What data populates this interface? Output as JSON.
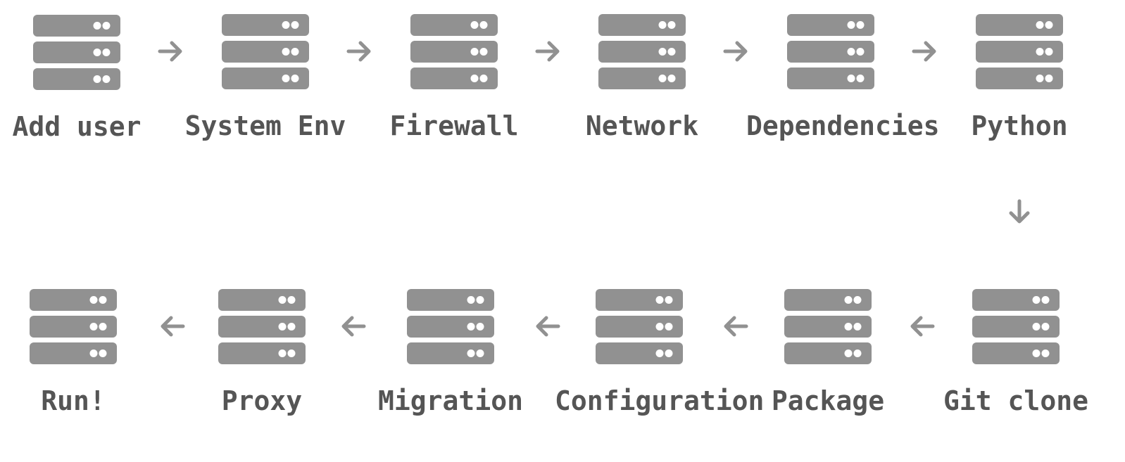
{
  "colors": {
    "icon": "#919191",
    "dot": "#ffffff",
    "label": "#555555",
    "arrow": "#919191"
  },
  "flow": {
    "top_row": [
      {
        "label": "Add user",
        "icon": "server-icon"
      },
      {
        "label": "System Env",
        "icon": "server-icon"
      },
      {
        "label": "Firewall",
        "icon": "server-icon"
      },
      {
        "label": "Network",
        "icon": "server-icon"
      },
      {
        "label": "Dependencies",
        "icon": "server-icon"
      },
      {
        "label": "Python",
        "icon": "server-icon"
      }
    ],
    "bottom_row": [
      {
        "label": "Run!",
        "icon": "server-icon"
      },
      {
        "label": "Proxy",
        "icon": "server-icon"
      },
      {
        "label": "Migration",
        "icon": "server-icon"
      },
      {
        "label": "Configuration",
        "icon": "server-icon"
      },
      {
        "label": "Package",
        "icon": "server-icon"
      },
      {
        "label": "Git clone",
        "icon": "server-icon"
      }
    ],
    "arrow_icons": {
      "right": "arrow-right-icon",
      "down": "arrow-down-icon",
      "left": "arrow-left-icon"
    }
  }
}
